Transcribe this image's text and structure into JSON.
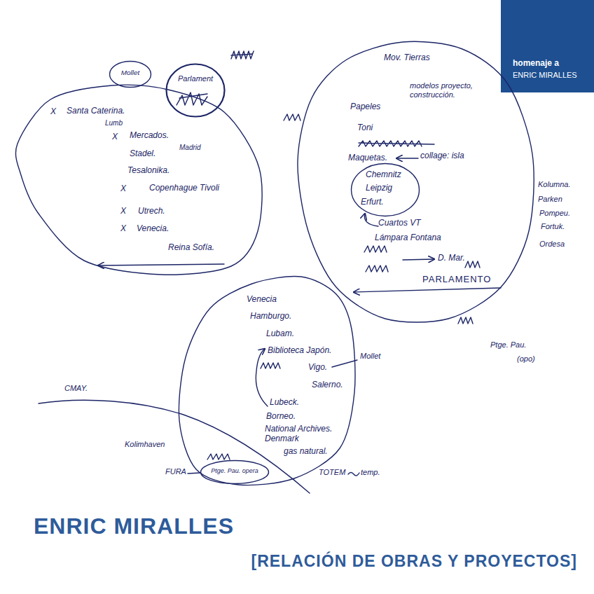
{
  "diagram": {
    "title": "ENRIC MIRALLES",
    "caption": "[RELACIÓN DE OBRAS Y PROYECTOS]",
    "nodes": [
      {
        "text": [
          "Santa Caterina.",
          "Lumb",
          "Mercados.",
          "Madrid",
          "Stadel.",
          "Tesalonika.",
          "Copenhague Tivoli",
          "Utrech.",
          "Venecia.",
          "Reina Sofía."
        ]
      },
      {
        "text": [
          "Mollet"
        ]
      },
      {
        "text": [
          "Parlament"
        ]
      },
      {
        "text": [
          "homenaje a",
          "ENRIC MIRALLES"
        ]
      },
      {
        "text": [
          "Mov. Tierras",
          "Papeles",
          "modelos proyecto, construcción.",
          "Toni",
          "Maquetas.",
          "collage: isla",
          "Cuartos VT",
          "Lámpara Fontana",
          "D. Mar.",
          "PARLAMENTO"
        ]
      },
      {
        "text": [
          "Chemnitz",
          "Leipzig",
          "Erfurt."
        ],
        "in": 4
      },
      {
        "text": [
          "Venecia",
          "Hamburgo.",
          "Lubam.",
          "Biblioteca Japón.",
          "Vigo.",
          "Salerno.",
          "Lubeck.",
          "Borneo.",
          "National Archives. Denmark",
          "gas natural."
        ]
      },
      {
        "text": [
          "Ptge. Pau. opera"
        ]
      }
    ],
    "labels": [
      "X",
      "X",
      "X",
      "X",
      "X",
      "Kolumna.",
      "Parken",
      "Pompeu.",
      "Fortuk.",
      "Ordesa",
      "Ptge. Pau.",
      "(opo)",
      "Mollet",
      "CMAY.",
      "Kolimhaven",
      "FURA",
      "TOTEM",
      "temp."
    ]
  }
}
